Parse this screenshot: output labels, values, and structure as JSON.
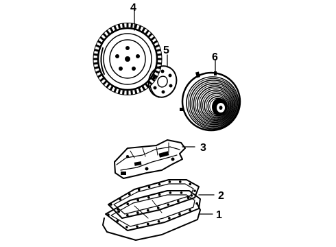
{
  "diagram": {
    "callouts": [
      {
        "label": "4"
      },
      {
        "label": "5"
      },
      {
        "label": "6"
      },
      {
        "label": "3"
      },
      {
        "label": "2"
      },
      {
        "label": "1"
      }
    ],
    "colors": {
      "ink": "#000000",
      "paper": "#ffffff"
    }
  }
}
